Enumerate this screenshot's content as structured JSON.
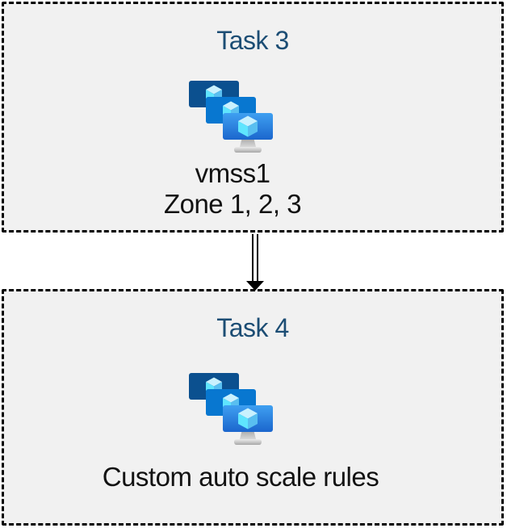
{
  "boxes": [
    {
      "title": "Task 3",
      "icon": "vm-scale-sets-icon",
      "lines": [
        "vmss1",
        "Zone 1, 2, 3"
      ]
    },
    {
      "title": "Task 4",
      "icon": "vm-scale-sets-icon",
      "lines": [
        "Custom auto scale rules"
      ]
    }
  ],
  "connector": {
    "type": "double-line-arrow",
    "direction": "down",
    "from": "Task 3",
    "to": "Task 4"
  },
  "colors": {
    "title_text": "#1c4d74",
    "body_text": "#121212",
    "box_background": "#f1f1f1",
    "box_border": "#000000",
    "monitor_back": "#0b508f",
    "monitor_middle": "#0877d0",
    "monitor_front_gradient_top": "#3fa0f1",
    "monitor_front_gradient_bottom": "#1b66cd",
    "cube_top_face": "#c9f1fe",
    "cube_left_face": "#5fe5fe",
    "cube_right_face": "#59bff0"
  }
}
